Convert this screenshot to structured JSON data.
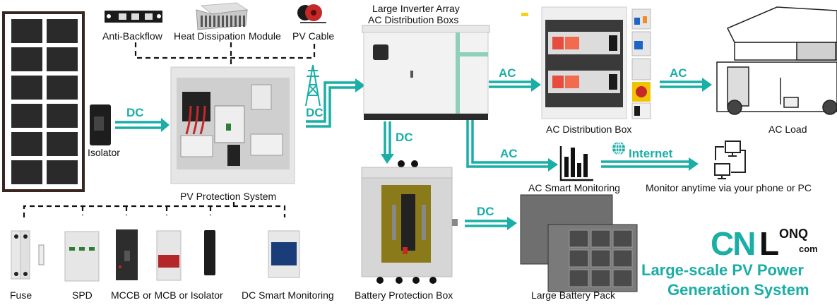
{
  "colors": {
    "accent": "#1aaea6",
    "text": "#111111",
    "dashed_line": "#111111"
  },
  "top_components": {
    "anti_backflow": "Anti-Backflow",
    "heat_dissipation": "Heat Dissipation Module",
    "pv_cable": "PV Cable"
  },
  "solar_panel": {
    "icon": "solar-panel-icon"
  },
  "isolator": {
    "label": "Isolator"
  },
  "pv_protection": {
    "label": "PV Protection System"
  },
  "inverter": {
    "label_line1": "Large Inverter Array",
    "label_line2": "AC Distribution Boxs"
  },
  "ac_distribution": {
    "label": "AC Distribution Box"
  },
  "ac_load": {
    "label": "AC Load"
  },
  "ac_monitoring": {
    "label": "AC Smart Monitoring"
  },
  "remote_monitor": {
    "label": "Monitor anytime via your phone or PC"
  },
  "battery_protection": {
    "label": "Battery Protection Box"
  },
  "battery_pack": {
    "label": "Large Battery Pack"
  },
  "flows": {
    "dc_to_protection": "DC",
    "dc_tower": "DC",
    "ac_to_distribution": "AC",
    "ac_to_load": "AC",
    "dc_to_battery_box": "DC",
    "ac_to_monitoring": "AC",
    "internet": "Internet",
    "dc_to_battery_pack": "DC"
  },
  "bottom_components": [
    {
      "label": "Fuse"
    },
    {
      "label": "SPD"
    },
    {
      "label": "MCCB or MCB or Isolator"
    },
    {
      "label": "DC Smart Monitoring"
    }
  ],
  "brand": {
    "cn": "CN",
    "l": "L",
    "onq": "ONQ",
    "com": "com",
    "title_line1": "Large-scale PV Power",
    "title_line2": "Generation System"
  }
}
